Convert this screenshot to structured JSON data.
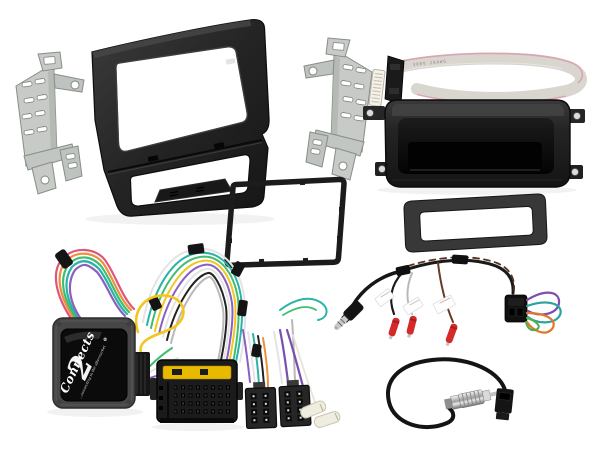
{
  "photo": {
    "description": "Product photo of a complete double-DIN car stereo fitting kit on a white background: two metal mounting brackets, black double-DIN fascia panel, trim frame, single-DIN storage pocket, trim gasket, grey ribbon cable, steering-wheel-control interface box with multicoloured wiring harness (Quadlock and twin ISO connectors), SWC patch lead with 3.5mm jack and red bullet terminals, and an aerial adapter lead",
    "background_color": "#ffffff"
  },
  "branding": {
    "name": "Connects",
    "numeral": "2",
    "registered": "®",
    "tagline": "...connecting to the aftermarket"
  },
  "parts": {
    "left_bracket": {
      "name": "metal-mounting-bracket-left",
      "color": "#c7cac6"
    },
    "right_bracket": {
      "name": "metal-mounting-bracket-right",
      "color": "#c7cac6"
    },
    "fascia_panel": {
      "name": "double-din-fascia-panel",
      "color": "#1f1f1f"
    },
    "trim_frame": {
      "name": "double-din-trim-frame",
      "color": "#1c1c1c"
    },
    "storage_pocket": {
      "name": "single-din-storage-pocket",
      "color": "#1c1c1c"
    },
    "gasket_plate": {
      "name": "pocket-trim-gasket",
      "color": "#3a3a3a"
    },
    "ribbon_cable": {
      "name": "grey-ribbon-cable",
      "color": "#d9d6cf",
      "stripe_color": "#dba4b2",
      "printed_text": "300V 28AWG"
    },
    "interface_box": {
      "name": "swc-interface-box",
      "color": "#474747",
      "label_color": "#0b0b0b"
    },
    "quadlock": {
      "name": "quadlock-connector",
      "body_color": "#1b1b1b",
      "insert_color": "#e7ba00"
    },
    "iso_blocks": {
      "name": "twin-iso-connectors",
      "color": "#262626"
    },
    "white_connectors": {
      "name": "aux-white-connectors",
      "color": "#efece0"
    },
    "patch_lead": {
      "name": "swc-patch-lead",
      "bullet_color": "#d42a2a",
      "jack": "3.5mm-right-angle-jack"
    },
    "aerial_adapter": {
      "name": "aerial-adapter-lead",
      "plug": "din-male-plug",
      "connector": "fakra-connector"
    },
    "harness_wire_colors": [
      "#e05578",
      "#ef8f3a",
      "#f2c61f",
      "#3fbd72",
      "#2ab3a6",
      "#8a5fc0",
      "#f0f0f0",
      "#222222"
    ]
  }
}
